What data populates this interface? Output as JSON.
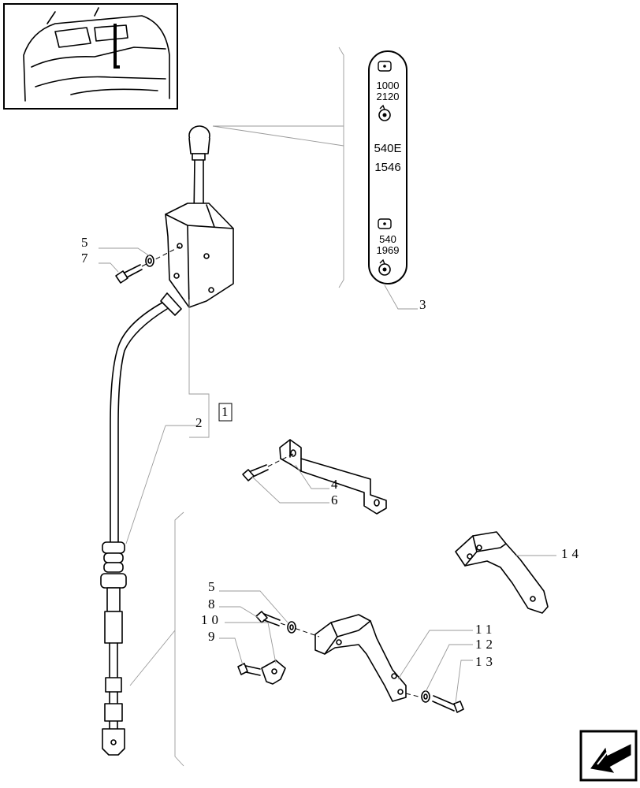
{
  "decal": {
    "speed_top_1": "1000",
    "speed_top_2": "2120",
    "speed_mid_1": "540E",
    "speed_mid_2": "1546",
    "speed_bot_1": "540",
    "speed_bot_2": "1969"
  },
  "callouts": {
    "c1": "1",
    "c2": "2",
    "c3": "3",
    "c4": "4",
    "c5a": "5",
    "c5b": "5",
    "c6": "6",
    "c7": "7",
    "c8": "8",
    "c9": "9",
    "c10": "10",
    "c11": "11",
    "c12": "12",
    "c13": "13",
    "c14": "14"
  },
  "icons": [
    "tractor-cab-thumbnail",
    "pto-rotation-icon",
    "next-page-arrow-icon"
  ]
}
